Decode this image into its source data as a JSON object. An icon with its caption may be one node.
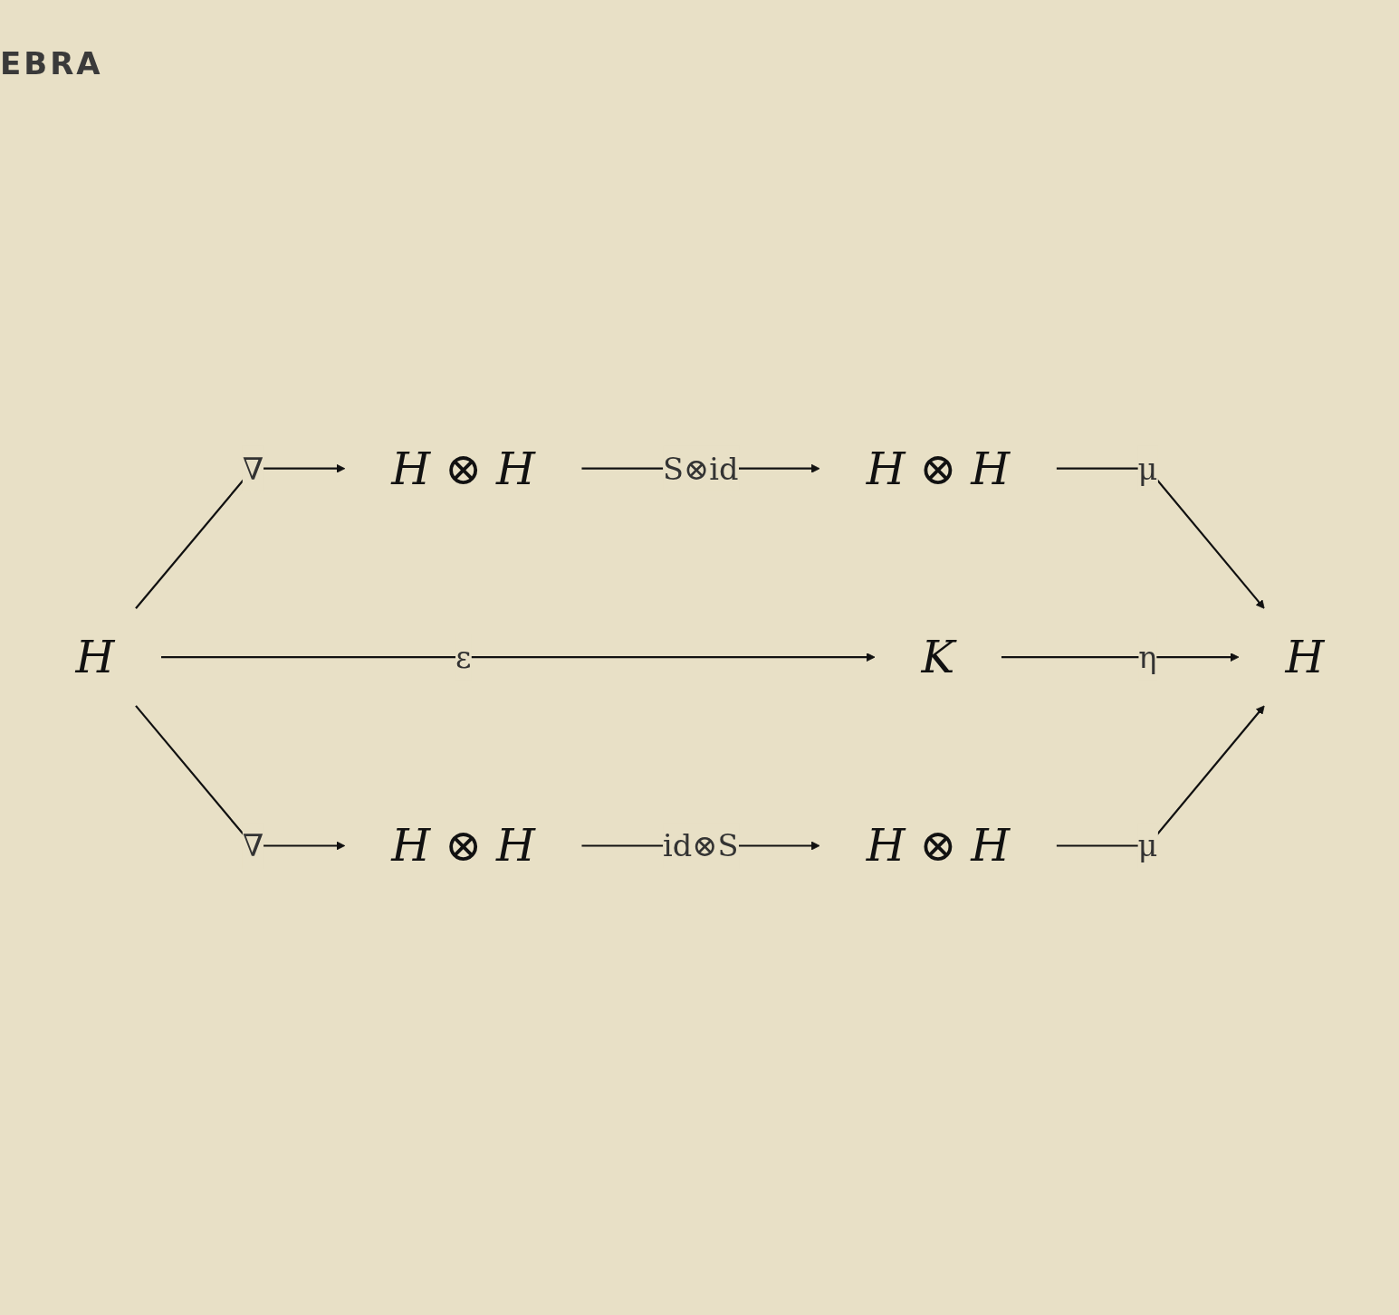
{
  "diagram": {
    "nodes": [
      {
        "text": [
          "H ⊗ H"
        ]
      },
      {
        "text": [
          "H ⊗ H"
        ]
      },
      {
        "text": [
          "H"
        ]
      },
      {
        "text": [
          "K"
        ]
      },
      {
        "text": [
          "H"
        ]
      },
      {
        "text": [
          "H ⊗ H"
        ]
      },
      {
        "text": [
          "H ⊗ H"
        ]
      }
    ],
    "edges": [
      {
        "from": 0,
        "to": 1,
        "arrow": "to",
        "label": "S⊗id"
      },
      {
        "from": 1,
        "to": 4,
        "arrow": "to",
        "label": "μ"
      },
      {
        "from": 2,
        "to": 0,
        "arrow": "to",
        "label": "∇"
      },
      {
        "from": 2,
        "to": 3,
        "arrow": "to",
        "label": "ε"
      },
      {
        "from": 3,
        "to": 4,
        "arrow": "to",
        "label": "η"
      },
      {
        "from": 2,
        "to": 5,
        "arrow": "to",
        "label": "∇"
      },
      {
        "from": 5,
        "to": 6,
        "arrow": "to",
        "label": "id⊗S"
      },
      {
        "from": 6,
        "to": 4,
        "arrow": "to",
        "label": "μ"
      }
    ],
    "labels": [
      "EBRA"
    ]
  }
}
